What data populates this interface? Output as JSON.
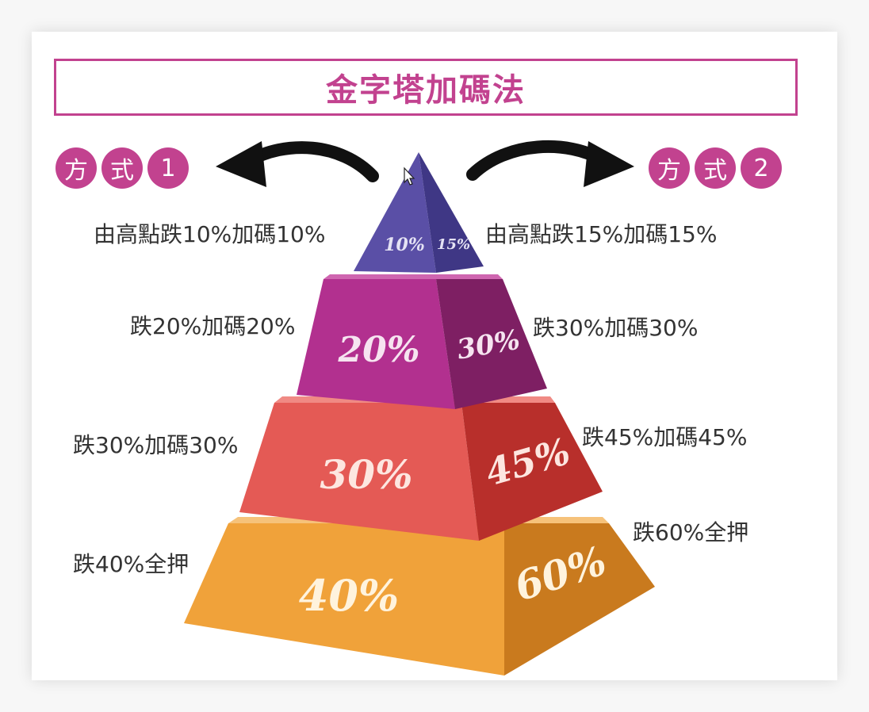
{
  "title": "金字塔加碼法",
  "method_left": {
    "prefix": [
      "方",
      "式"
    ],
    "number": "1"
  },
  "method_right": {
    "prefix": [
      "方",
      "式"
    ],
    "number": "2"
  },
  "labels_left": [
    "由高點跌10%加碼10%",
    "跌20%加碼20%",
    "跌30%加碼30%",
    "跌40%全押"
  ],
  "labels_right": [
    "由高點跌15%加碼15%",
    "跌30%加碼30%",
    "跌45%加碼45%",
    "跌60%全押"
  ],
  "pyramid": {
    "tiers": [
      {
        "left_pct": "10%",
        "right_pct": "15%",
        "left_color": "#5a4fa6",
        "right_color": "#3f3785"
      },
      {
        "left_pct": "20%",
        "right_pct": "30%",
        "left_color": "#b2308f",
        "right_color": "#7e1f63"
      },
      {
        "left_pct": "30%",
        "right_pct": "45%",
        "left_color": "#e45a55",
        "right_color": "#b82f2b"
      },
      {
        "left_pct": "40%",
        "right_pct": "60%",
        "left_color": "#f0a23a",
        "right_color": "#c97a1e"
      }
    ]
  },
  "colors": {
    "accent": "#c2428f",
    "arrow": "#111111",
    "text": "#333333"
  }
}
